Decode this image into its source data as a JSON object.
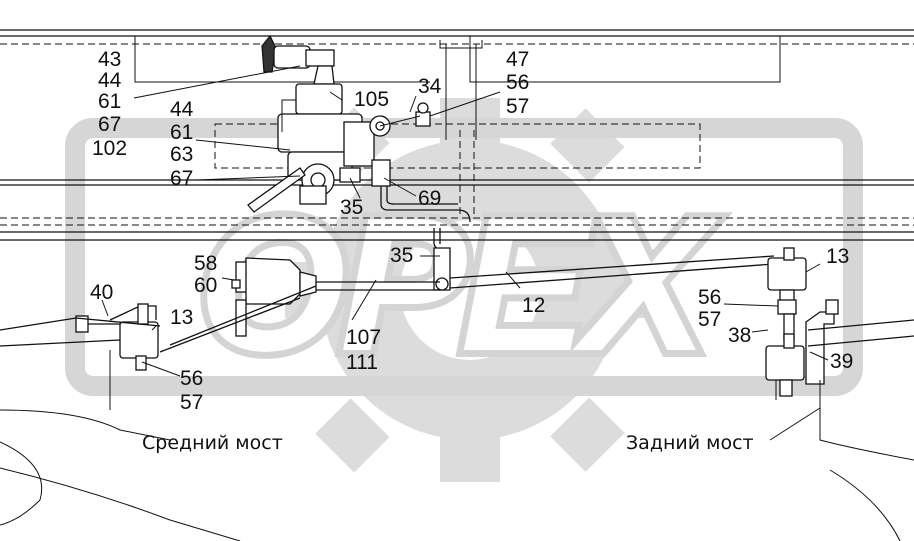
{
  "labels": {
    "l43": "43",
    "l44a": "44",
    "l61a": "61",
    "l67a": "67",
    "l102": "102",
    "l44b": "44",
    "l61b": "61",
    "l63": "63",
    "l67b": "67",
    "l105": "105",
    "l34": "34",
    "l47": "47",
    "l56a": "56",
    "l57a": "57",
    "l69": "69",
    "l35a": "35",
    "l35b": "35",
    "l58": "58",
    "l60": "60",
    "l40": "40",
    "l13a": "13",
    "l56b": "56",
    "l57b": "57",
    "l107": "107",
    "l111": "111",
    "l12": "12",
    "l13b": "13",
    "l56c": "56",
    "l57c": "57",
    "l38": "38",
    "l39": "39"
  },
  "captions": {
    "middle_axle": "Средний мост",
    "rear_axle": "Задний мост"
  },
  "watermark": {
    "text": "OPEX",
    "color": "#d9d9d9"
  }
}
